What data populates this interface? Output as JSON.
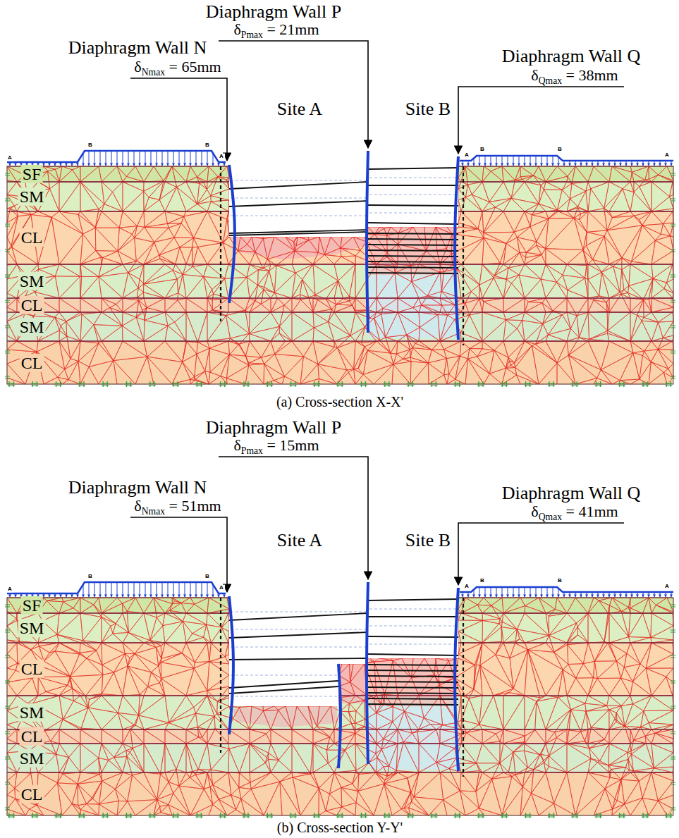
{
  "diagram": {
    "labels": [
      "Diaphragm Wall P",
      "δPmax = 21mm",
      "Diaphragm Wall N",
      "δNmax = 65mm",
      "Diaphragm Wall Q",
      "δQmax = 38mm",
      "A",
      "B",
      "B",
      "A",
      "A",
      "B",
      "B",
      "A",
      "Site A",
      "Site B",
      "SF",
      "SM",
      "CL",
      "SM",
      "CL",
      "SM",
      "CL",
      "(a) Cross-section X-X'",
      "Diaphragm Wall P",
      "δPmax = 15mm",
      "Diaphragm Wall N",
      "δNmax = 51mm",
      "Diaphragm Wall Q",
      "δQmax = 41mm",
      "A",
      "B",
      "B",
      "A",
      "A",
      "B",
      "B",
      "A",
      "Site A",
      "Site B",
      "SF",
      "SM",
      "CL",
      "SM",
      "CL",
      "SM",
      "CL",
      "(b) Cross-section Y-Y'"
    ]
  }
}
